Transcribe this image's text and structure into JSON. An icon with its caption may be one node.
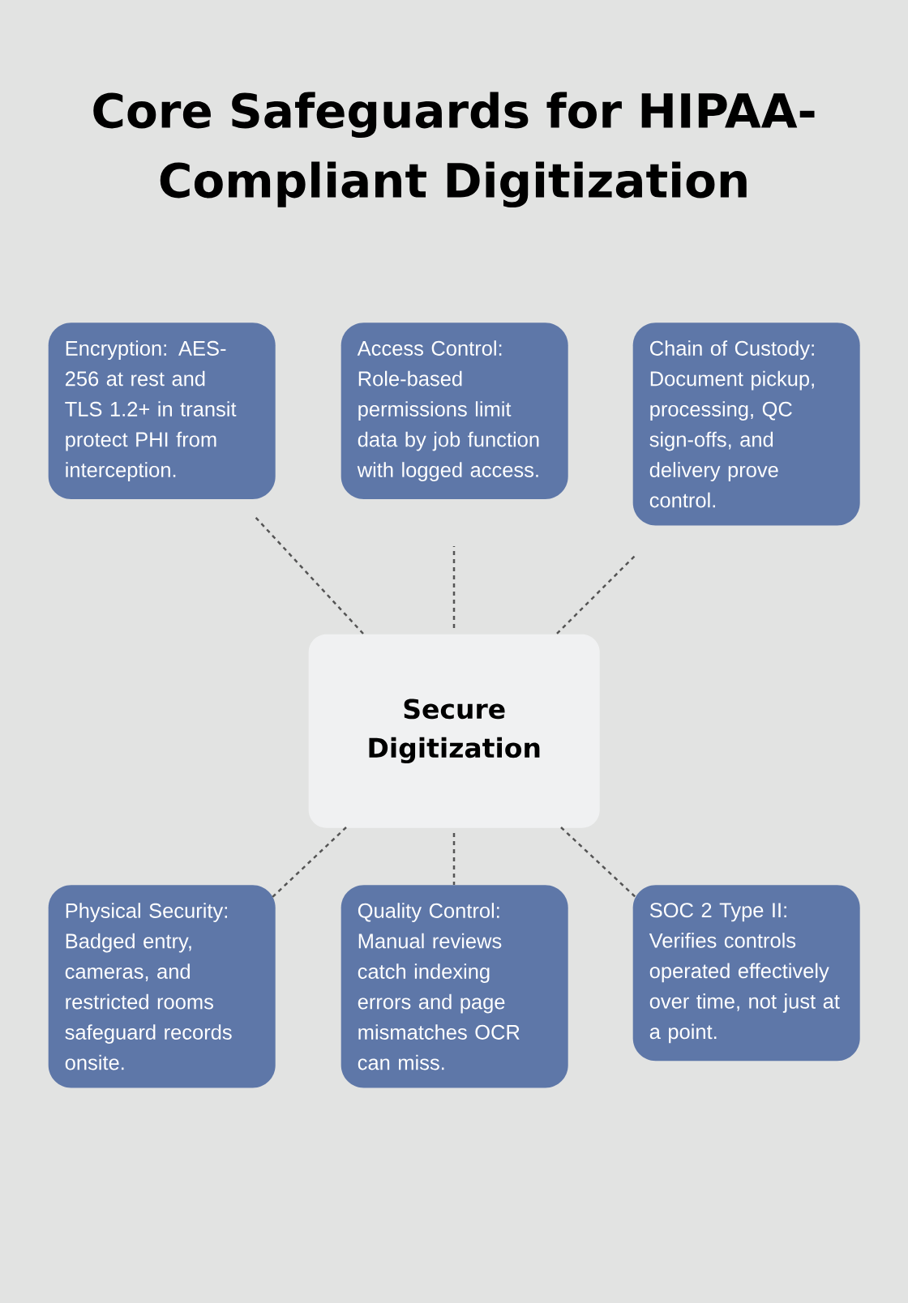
{
  "diagram": {
    "title": "Core Safeguards for HIPAA-Compliant Digitization",
    "nodes": [
      {
        "text": [
          "Encryption: AES-256 at rest and TLS 1.2+ in transit protect PHI from interception."
        ]
      },
      {
        "text": [
          "Access Control: Role-based permissions limit data by job function with logged access."
        ]
      },
      {
        "text": [
          "Chain of Custody: Document pickup, processing, QC sign-offs, and delivery prove control."
        ]
      },
      {
        "text": [
          "Secure Digitization"
        ]
      },
      {
        "text": [
          "Physical Security: Badged entry, cameras, and restricted rooms safeguard records onsite."
        ]
      },
      {
        "text": [
          "Quality Control: Manual reviews catch indexing errors and page mismatches OCR can miss."
        ]
      },
      {
        "text": [
          "SOC 2 Type II: Verifies controls operated effectively over time, not just at a point."
        ]
      }
    ],
    "edges": [
      {
        "from": 3,
        "to": 0,
        "arrow": "none",
        "style": "dashed"
      },
      {
        "from": 3,
        "to": 1,
        "arrow": "none",
        "style": "dashed"
      },
      {
        "from": 3,
        "to": 2,
        "arrow": "none",
        "style": "dashed"
      },
      {
        "from": 3,
        "to": 4,
        "arrow": "none",
        "style": "dashed"
      },
      {
        "from": 3,
        "to": 5,
        "arrow": "none",
        "style": "dashed"
      },
      {
        "from": 3,
        "to": 6,
        "arrow": "none",
        "style": "dashed"
      }
    ]
  }
}
